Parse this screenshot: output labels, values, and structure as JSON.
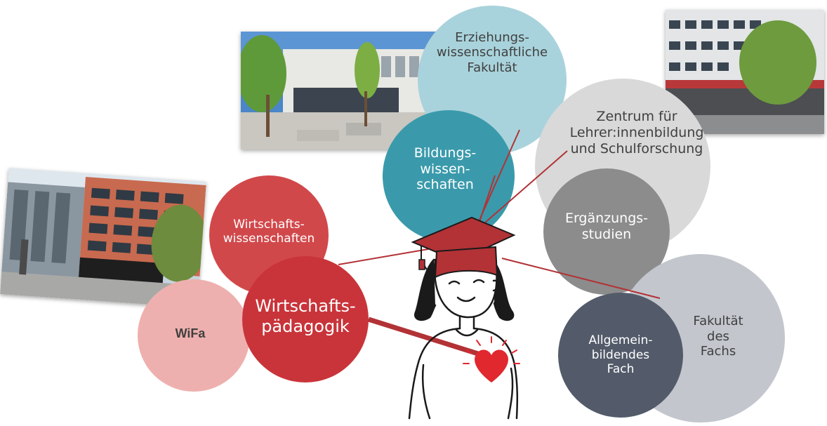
{
  "nodes": {
    "wifa": {
      "label": "WiFa"
    },
    "wirtschaftswissenschaften": {
      "label": "Wirtschafts-\nwissenschaften"
    },
    "wirtschaftspaedagogik": {
      "label": "Wirtschafts-\npädagogik"
    },
    "erziehungswissenschaftliche_fakultaet": {
      "label": "Erziehungs-\nwissenschaftliche\nFakultät"
    },
    "bildungswissenschaften": {
      "label": "Bildungs-\nwissen-\nschaften"
    },
    "zentrum": {
      "label": "Zentrum für\nLehrer:innenbildung\nund Schulforschung"
    },
    "ergaenzungsstudien": {
      "label": "Ergänzungs-\nstudien"
    },
    "fakultaet_des_fachs": {
      "label": "Fakultät\ndes\nFachs"
    },
    "allgemeinbildendes_fach": {
      "label": "Allgemein-\nbildendes\nFach"
    }
  },
  "photos": {
    "campus_left": {
      "description": "building-photo"
    },
    "campus_center": {
      "description": "building-photo"
    },
    "campus_right": {
      "description": "building-photo"
    }
  },
  "colors": {
    "red_dark": "#c9343a",
    "red_mid": "#d1484b",
    "red_light": "#eeb0ae",
    "blue_light": "#a9d3dc",
    "teal": "#3a9aab",
    "grey_light": "#d9d9d9",
    "grey_mid": "#8c8c8c",
    "grey_blue": "#c3c6cd",
    "slate": "#535b6a",
    "line_red": "#b23236"
  }
}
